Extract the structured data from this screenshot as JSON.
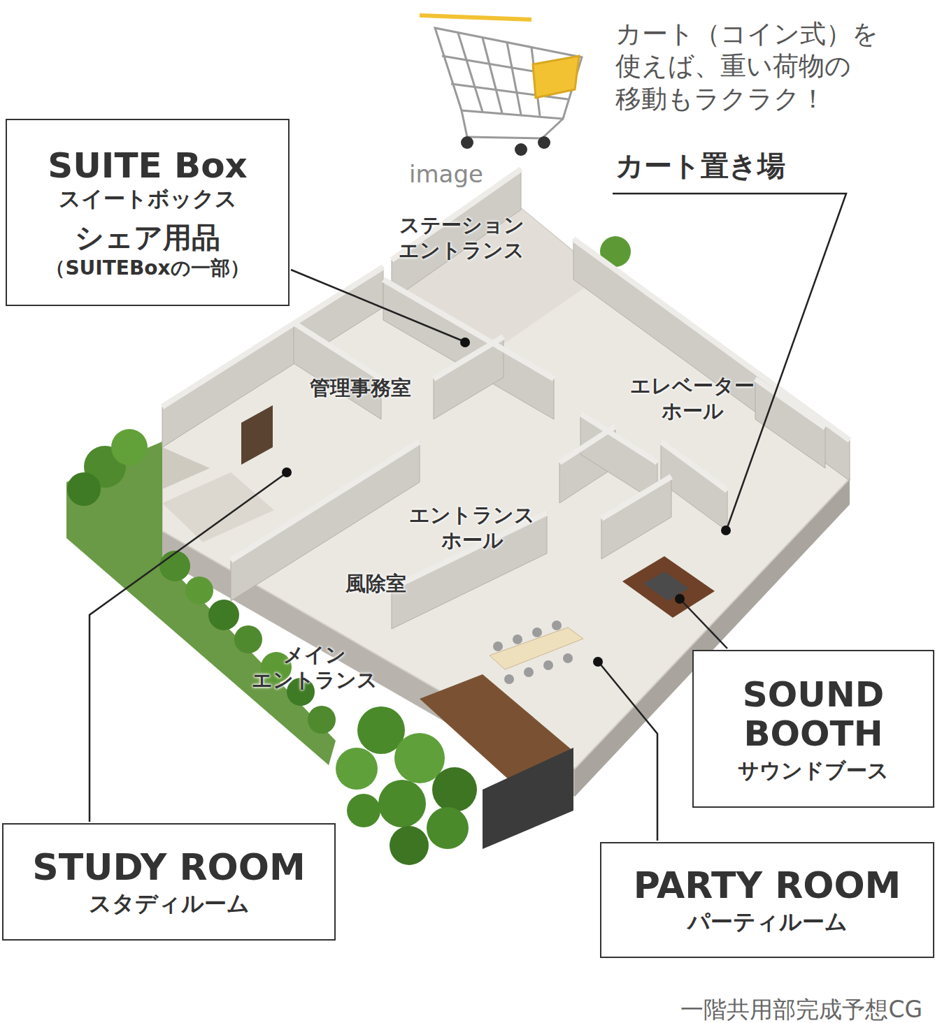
{
  "diagram": {
    "caption": "一階共用部完成予想CG",
    "nodes": [
      {
        "text": [
          "SUITE Box",
          "スイートボックス",
          "シェア用品",
          "（SUITEBoxの一部）"
        ]
      },
      {
        "text": [
          "SOUND BOOTH",
          "サウンドブース"
        ]
      },
      {
        "text": [
          "STUDY ROOM",
          "スタディルーム"
        ]
      },
      {
        "text": [
          "PARTY ROOM",
          "パーティルーム"
        ]
      }
    ],
    "labels": [
      "カート（コイン式）を 使えば、重い荷物の 移動もラクラク！",
      "image",
      "カート置き場",
      "ステーション エントランス",
      "管理事務室",
      "エレベーター ホール",
      "エントランス ホール",
      "風除室",
      "メイン エントランス"
    ]
  }
}
